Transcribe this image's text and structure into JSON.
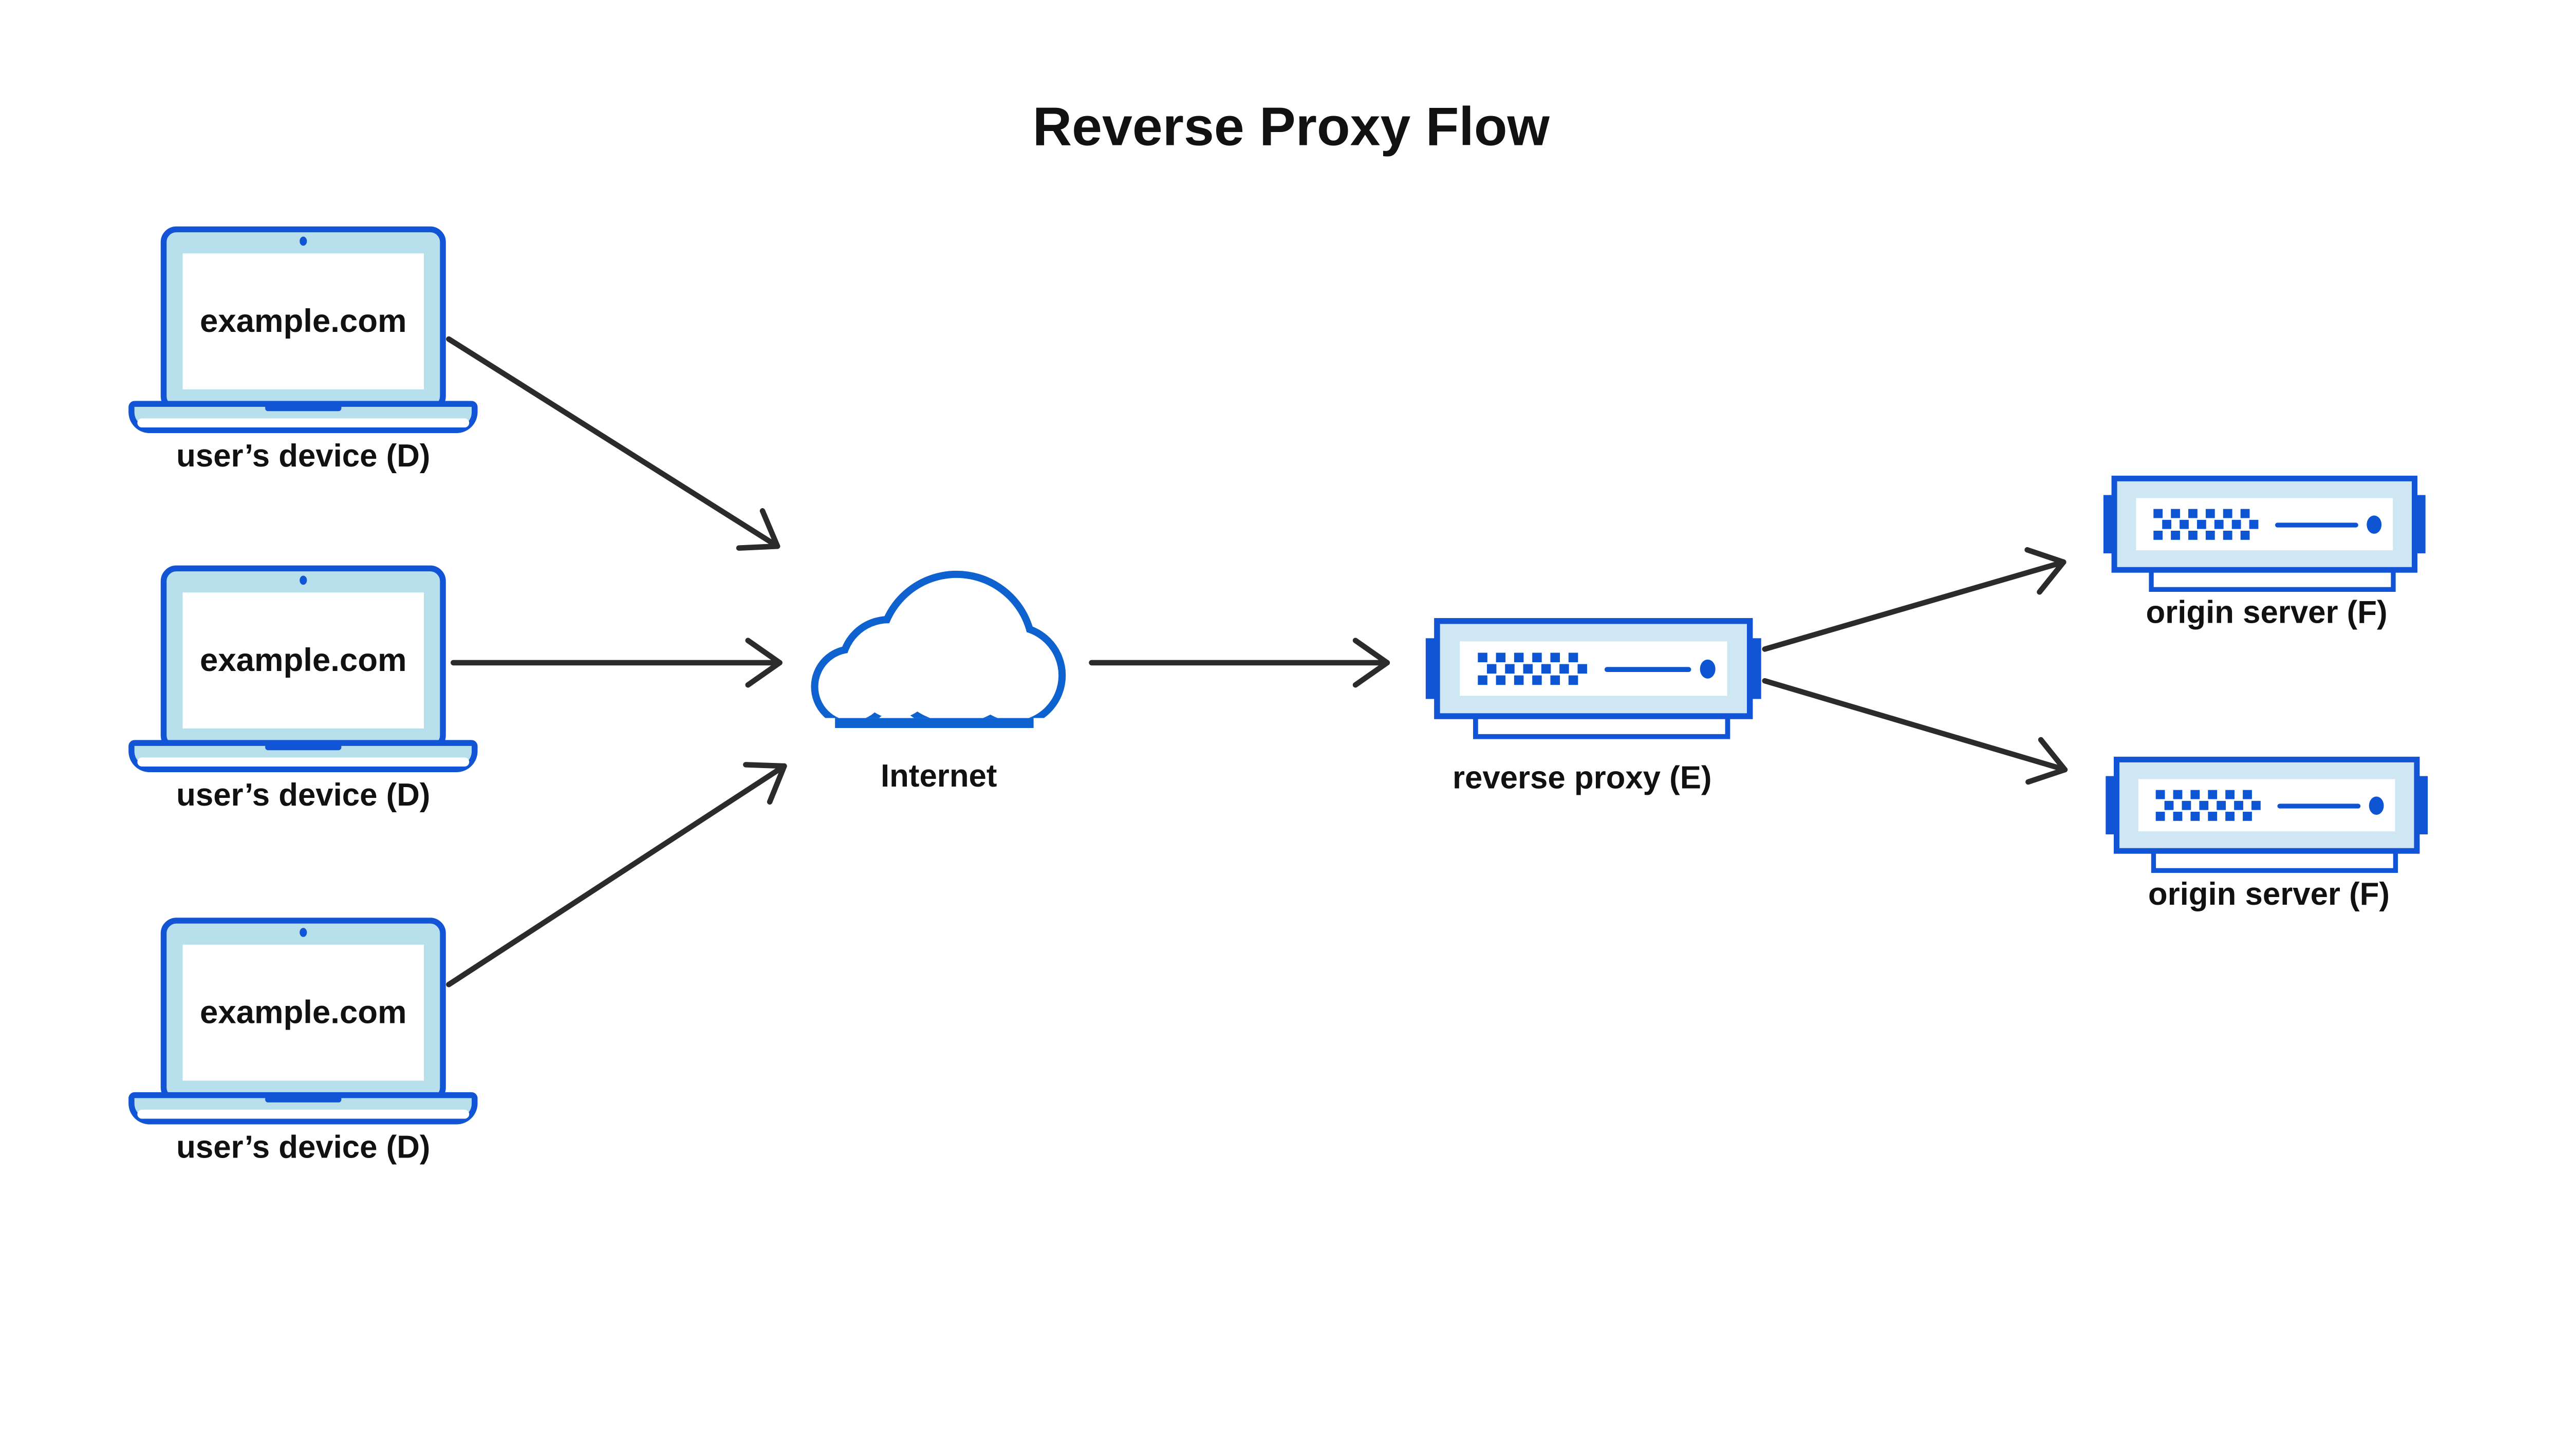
{
  "title": "Reverse Proxy Flow",
  "colors": {
    "outline_blue": "#1155d6",
    "accent_blue": "#0d55d2",
    "cloud_blue": "#0d62d0",
    "laptop_bezel": "#b7dfec",
    "server_bezel": "#cfe7f2",
    "arrow": "#2b2b2b",
    "text": "#111111",
    "background": "#ffffff"
  },
  "nodes": {
    "device": {
      "screen_text": "example.com",
      "label": "user’s device (D)"
    },
    "internet": {
      "label": "Internet"
    },
    "reverse_proxy": {
      "label": "reverse proxy (E)"
    },
    "origin_servers": [
      {
        "label": "origin server (F)"
      },
      {
        "label": "origin server (F)"
      }
    ]
  },
  "edges": [
    {
      "from": "user’s device (D) #1",
      "to": "Internet"
    },
    {
      "from": "user’s device (D) #2",
      "to": "Internet"
    },
    {
      "from": "user’s device (D) #3",
      "to": "Internet"
    },
    {
      "from": "Internet",
      "to": "reverse proxy (E)"
    },
    {
      "from": "reverse proxy (E)",
      "to": "origin server (F) #1"
    },
    {
      "from": "reverse proxy (E)",
      "to": "origin server (F) #2"
    }
  ]
}
